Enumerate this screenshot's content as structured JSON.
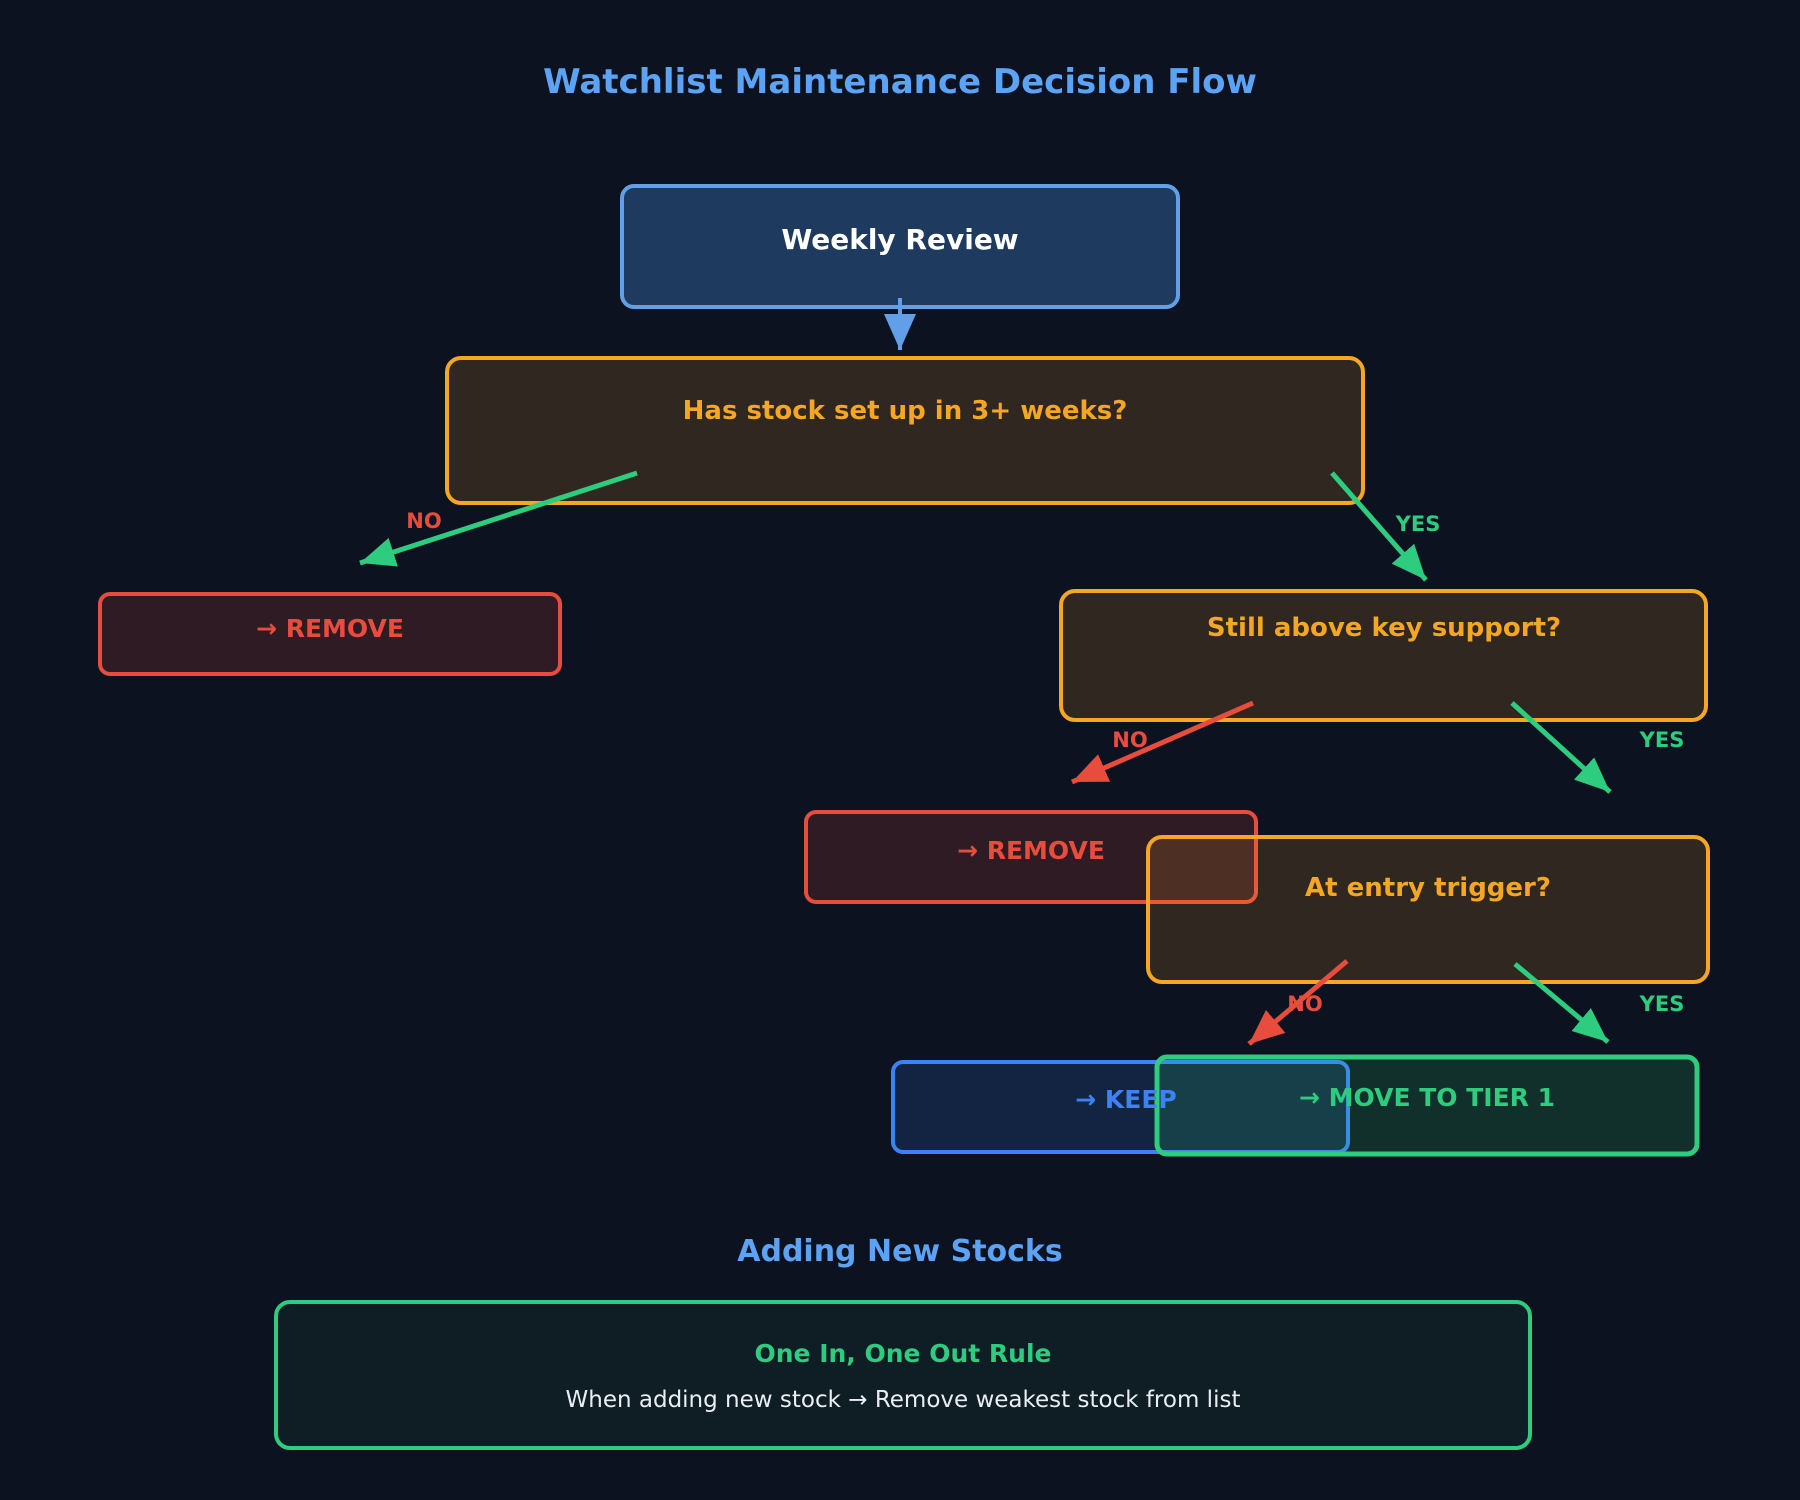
{
  "title": "Watchlist Maintenance Decision Flow",
  "colors": {
    "background": "#0d1220",
    "heading_blue": "#5ba3f5",
    "weekly_border_blue": "#61a0e8",
    "weekly_fill_blue": "#1e3a5f",
    "question_orange": "#f5a623",
    "remove_red": "#e74c3c",
    "branch_green": "#2ecc7e",
    "keep_blue": "#3b82f6",
    "body_white": "#e9eef4"
  },
  "nodes": {
    "weekly_review": {
      "label": "Weekly Review"
    },
    "q_setup": {
      "label": "Has stock set up in 3+ weeks?"
    },
    "remove_left": {
      "label": "→ REMOVE"
    },
    "q_support": {
      "label": "Still above key support?"
    },
    "remove_mid": {
      "label": "→ REMOVE"
    },
    "q_trigger": {
      "label": "At entry trigger?"
    },
    "keep": {
      "label": "→ KEEP"
    },
    "tier1": {
      "label": "→ MOVE TO TIER 1"
    }
  },
  "edges": {
    "q_setup_no": "NO",
    "q_setup_yes": "YES",
    "q_support_no": "NO",
    "q_support_yes": "YES",
    "q_trigger_no": "NO",
    "q_trigger_yes": "YES"
  },
  "section": {
    "heading": "Adding New Stocks",
    "rule": {
      "title": "One In, One Out Rule",
      "body": "When adding new stock → Remove weakest stock from list"
    }
  }
}
